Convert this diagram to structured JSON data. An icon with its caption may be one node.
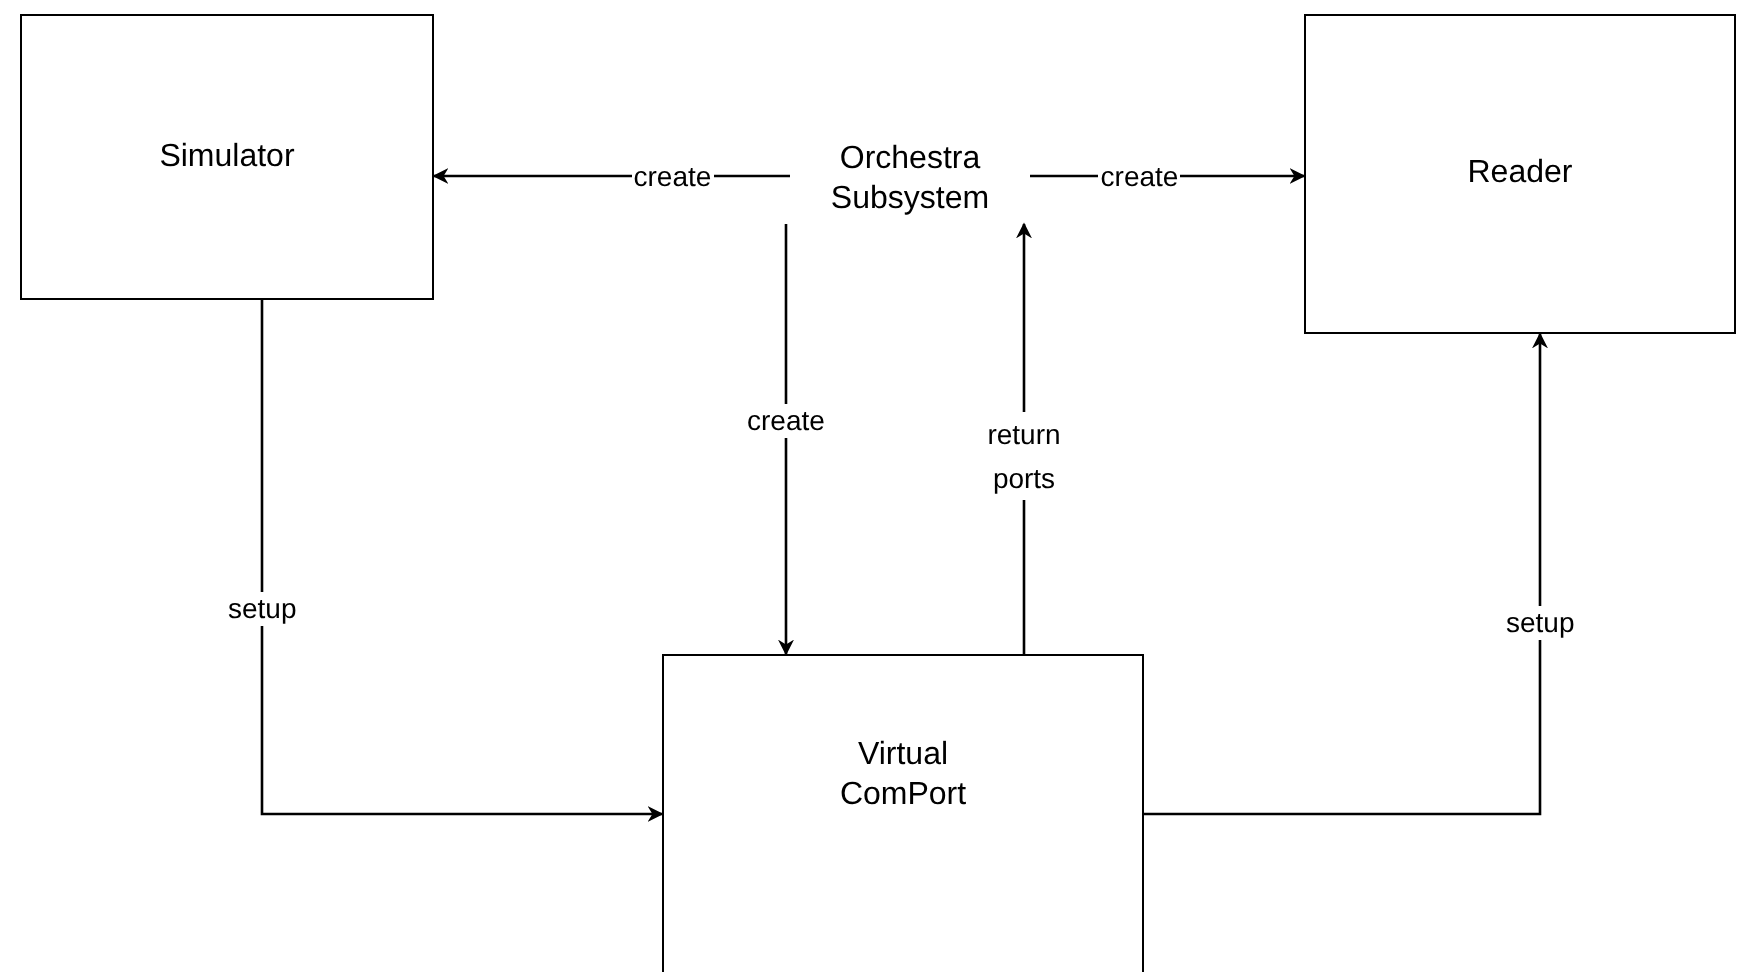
{
  "diagram": {
    "nodes": [
      {
        "text": [
          "Simulator"
        ]
      },
      {
        "text": [
          "Orchestra Subsystem"
        ]
      },
      {
        "text": [
          "Reader"
        ]
      },
      {
        "text": [
          "Virtual ComPort"
        ]
      }
    ],
    "edges": [
      {
        "from": 1,
        "to": 0,
        "arrow": "to",
        "label": "create"
      },
      {
        "from": 1,
        "to": 2,
        "arrow": "to",
        "label": "create"
      },
      {
        "from": 1,
        "to": 3,
        "arrow": "to",
        "label": "create"
      },
      {
        "from": 3,
        "to": 1,
        "arrow": "to",
        "label": "return ports"
      },
      {
        "from": 0,
        "to": 3,
        "arrow": "to",
        "label": "setup"
      },
      {
        "from": 3,
        "to": 2,
        "arrow": "to",
        "label": "setup"
      }
    ]
  }
}
